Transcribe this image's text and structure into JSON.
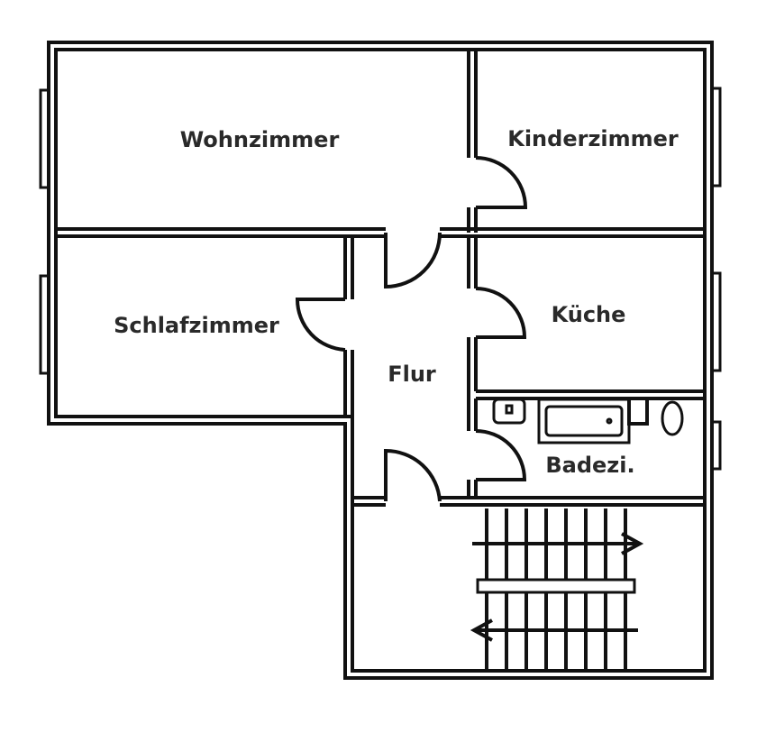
{
  "floorplan": {
    "rooms": {
      "wohnzimmer": "Wohnzimmer",
      "kinderzimmer": "Kinderzimmer",
      "schlafzimmer": "Schlafzimmer",
      "kueche": "Küche",
      "flur": "Flur",
      "badezimmer": "Badezi."
    }
  }
}
